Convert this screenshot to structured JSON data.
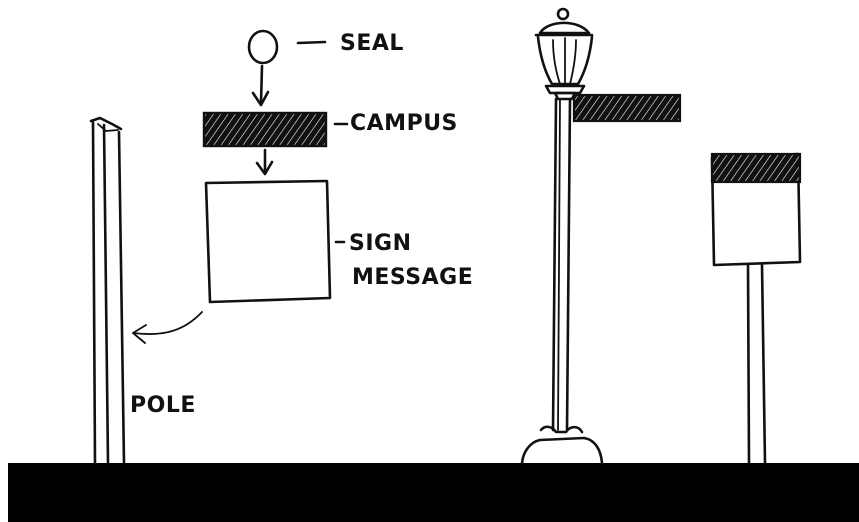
{
  "labels": {
    "seal": "SEAL",
    "campus": "CAMPUS",
    "sign_message_line1": "SIGN",
    "sign_message_line2": "MESSAGE",
    "pole": "POLE"
  },
  "colors": {
    "ink": "#111111",
    "paper": "#ffffff",
    "ground": "#000000"
  }
}
